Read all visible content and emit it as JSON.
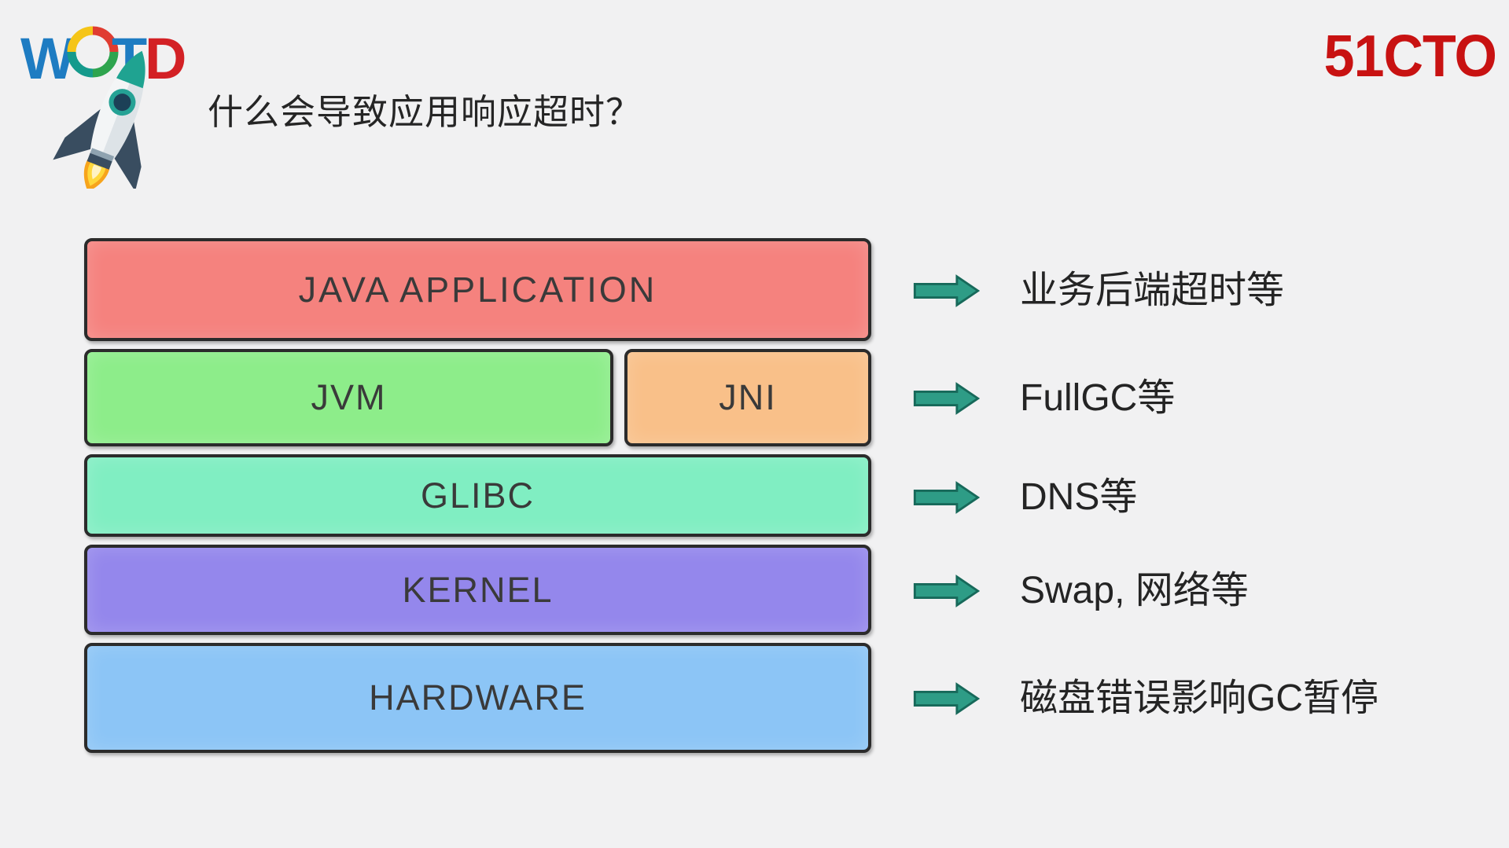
{
  "slide": {
    "title": "什么会导致应用响应超时？",
    "brand": "51CTO",
    "logo": {
      "letters": {
        "w": "W",
        "o": "O",
        "t": "T",
        "d": "D"
      },
      "letter_colors": {
        "w": "#1E7CC2",
        "o_ring": [
          "#F5C518",
          "#E03C31",
          "#2EA44E",
          "#159A8C"
        ],
        "t": "#1E7CC2",
        "d": "#D32125"
      },
      "rocket_icon": "rocket-icon"
    },
    "background_color": "#F1F1F2",
    "brand_color": "#C81212"
  },
  "stack": {
    "border_color": "#2B2B2B",
    "arrow_color": "#2E9C86",
    "arrow_border": "#17695A",
    "rows": [
      {
        "annotation": "业务后端超时等",
        "blocks": [
          {
            "label": "JAVA APPLICATION",
            "color": "#F5827E"
          }
        ]
      },
      {
        "annotation": "FullGC等",
        "blocks": [
          {
            "label": "JVM",
            "color": "#8DED8A"
          },
          {
            "label": "JNI",
            "color": "#F9C089"
          }
        ]
      },
      {
        "annotation": "DNS等",
        "blocks": [
          {
            "label": "GLIBC",
            "color": "#80EEC2"
          }
        ]
      },
      {
        "annotation": "Swap, 网络等",
        "blocks": [
          {
            "label": "KERNEL",
            "color": "#9487EC"
          }
        ]
      },
      {
        "annotation": "磁盘错误影响GC暂停",
        "blocks": [
          {
            "label": "HARDWARE",
            "color": "#8CC5F6"
          }
        ]
      }
    ]
  }
}
